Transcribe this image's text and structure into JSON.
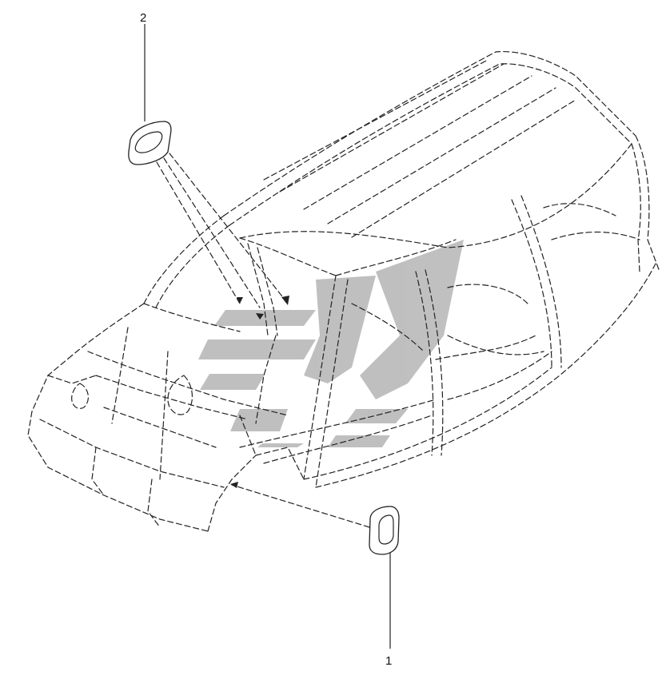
{
  "callouts": {
    "item_1": "1",
    "item_2": "2"
  },
  "parts": [
    {
      "id": "1",
      "icon": "oval-plug-icon"
    },
    {
      "id": "2",
      "icon": "oval-plug-icon"
    }
  ],
  "colors": {
    "line": "#222222",
    "watermark": "#9a9a9a"
  }
}
